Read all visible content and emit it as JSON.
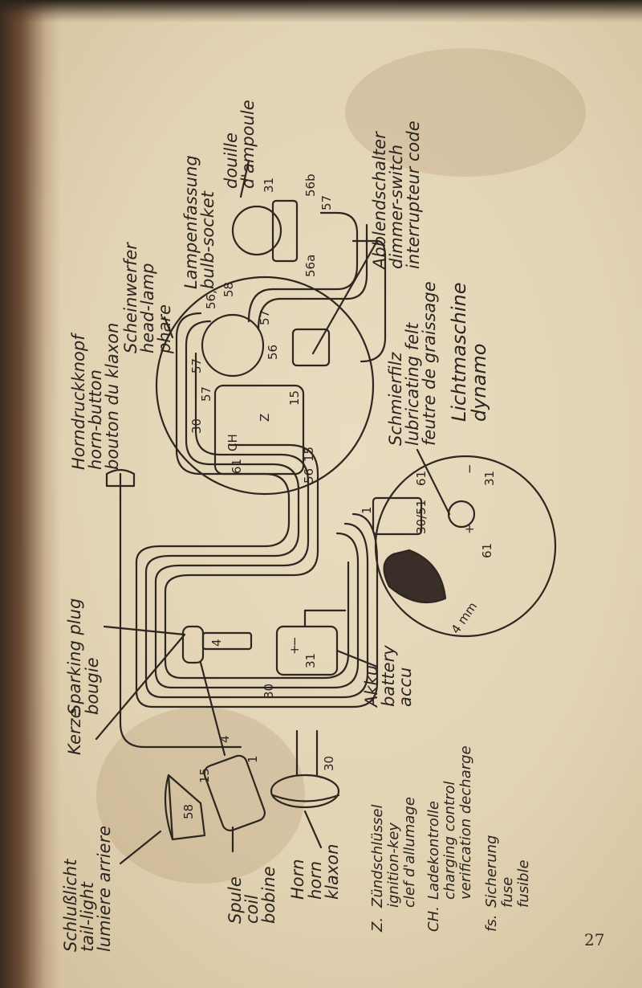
{
  "labels": {
    "tail_light": [
      "Schlußlicht",
      "tail-light",
      "lumiere arriere"
    ],
    "coil": [
      "Spule",
      "coil",
      "bobine"
    ],
    "horn": [
      "Horn",
      "horn",
      "klaxon"
    ],
    "kerze": "Kerze",
    "sparking_plug": [
      "Sparking plug",
      "bougie"
    ],
    "battery": [
      "Akku",
      "battery",
      "accu"
    ],
    "horn_button": [
      "Horndruckknopf",
      "horn-button",
      "bouton du klaxon"
    ],
    "head_lamp": [
      "Scheinwerfer",
      "head-lamp",
      "phare"
    ],
    "bulb_socket": [
      "Lampenfassung",
      "bulb-socket"
    ],
    "douille": [
      "douille",
      "d'ampoule"
    ],
    "dimmer_switch": [
      "Abblendschalter",
      "dimmer-switch",
      "interrupteur code"
    ],
    "lubricating_felt": [
      "Schmierfilz",
      "lubricating felt",
      "feutre de graissage"
    ],
    "dynamo": [
      "Lichtmaschine",
      "dynamo"
    ]
  },
  "legend": [
    {
      "key": "Z.",
      "lines": [
        "Zündschlüssel",
        "ignition-key",
        "clef d'allumage"
      ]
    },
    {
      "key": "CH.",
      "lines": [
        "Ladekontrolle",
        "charging control",
        "verification decharge"
      ]
    },
    {
      "key": "fs.",
      "lines": [
        "Sicherung",
        "fuse",
        "fusible"
      ]
    }
  ],
  "terminals": {
    "tail_58": "58",
    "coil_15": "15",
    "coil_4": "4",
    "coil_1": "1",
    "horn_30": "30",
    "plug_4": "4",
    "batt_minus": "−",
    "batt_31": "31",
    "batt_plus": "+",
    "batt_30": "30",
    "head_56": "56,",
    "head_58": "58",
    "head_57a": "57",
    "head_56b": "56",
    "head_57b": "57",
    "sw_30": "30",
    "sw_57": "57",
    "sw_15": "15",
    "sw_Z": "Z",
    "sw_CH": "CH",
    "sw_61": "61",
    "sw_56": "56",
    "sw_15b": "15",
    "bulb_31": "31",
    "bulb_56b": "56b",
    "bulb_57": "57",
    "bulb_56a": "56a",
    "dyn_1": "1",
    "dyn_61": "61",
    "dyn_3051": "30/51",
    "dyn_minus": "−",
    "dyn_31": "31",
    "dyn_plus": "+",
    "dyn_61b": "61",
    "dyn_4mm": "4 mm"
  },
  "page_number": "27"
}
